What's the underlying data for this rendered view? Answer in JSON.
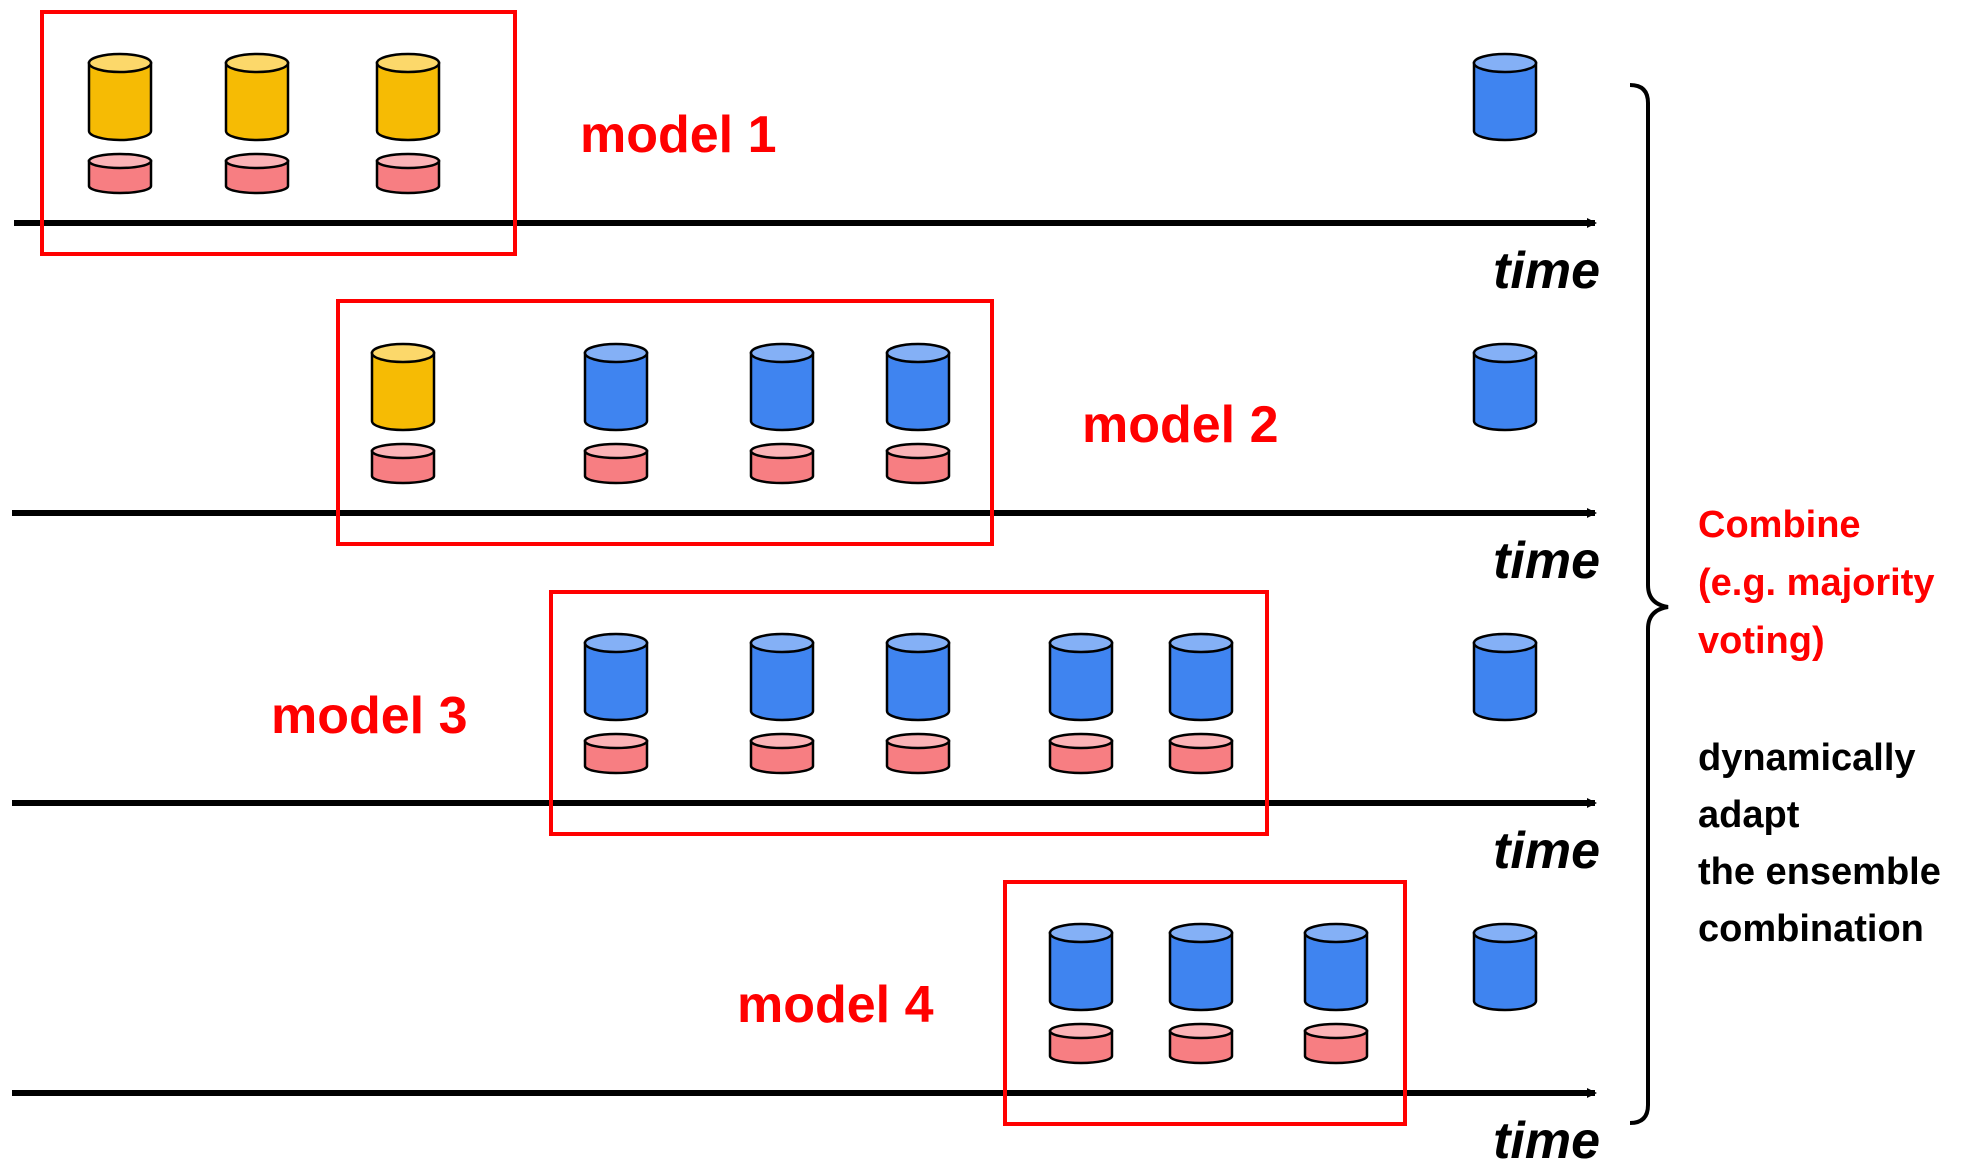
{
  "colors": {
    "axis": "#000000",
    "window_box": "#ff0000",
    "label_red": "#ff0000",
    "label_black": "#000000",
    "cyl_old": "#f6bb04",
    "cyl_old_top": "#fcd86a",
    "cyl_new": "#3f84f0",
    "cyl_new_top": "#84b0f6",
    "cyl_model": "#f77e82",
    "cyl_model_top": "#fbb3b6"
  },
  "icons": {
    "data_chunk": "cylinder-icon",
    "model": "flat-cylinder-icon"
  },
  "rows": [
    {
      "model_label": "model 1",
      "time_label": "time",
      "chunks": [
        "old",
        "old",
        "old"
      ],
      "next_chunk": "new"
    },
    {
      "model_label": "model 2",
      "time_label": "time",
      "chunks": [
        "old",
        "new",
        "new",
        "new"
      ],
      "next_chunk": "new"
    },
    {
      "model_label": "model 3",
      "time_label": "time",
      "chunks": [
        "new",
        "new",
        "new",
        "new",
        "new"
      ],
      "next_chunk": "new"
    },
    {
      "model_label": "model 4",
      "time_label": "time",
      "chunks": [
        "new",
        "new",
        "new"
      ],
      "next_chunk": "new"
    }
  ],
  "combine": {
    "lines": [
      "Combine",
      "(e.g. majority",
      "voting)"
    ]
  },
  "note": {
    "lines": [
      "dynamically",
      "adapt",
      "the ensemble",
      "combination"
    ]
  }
}
